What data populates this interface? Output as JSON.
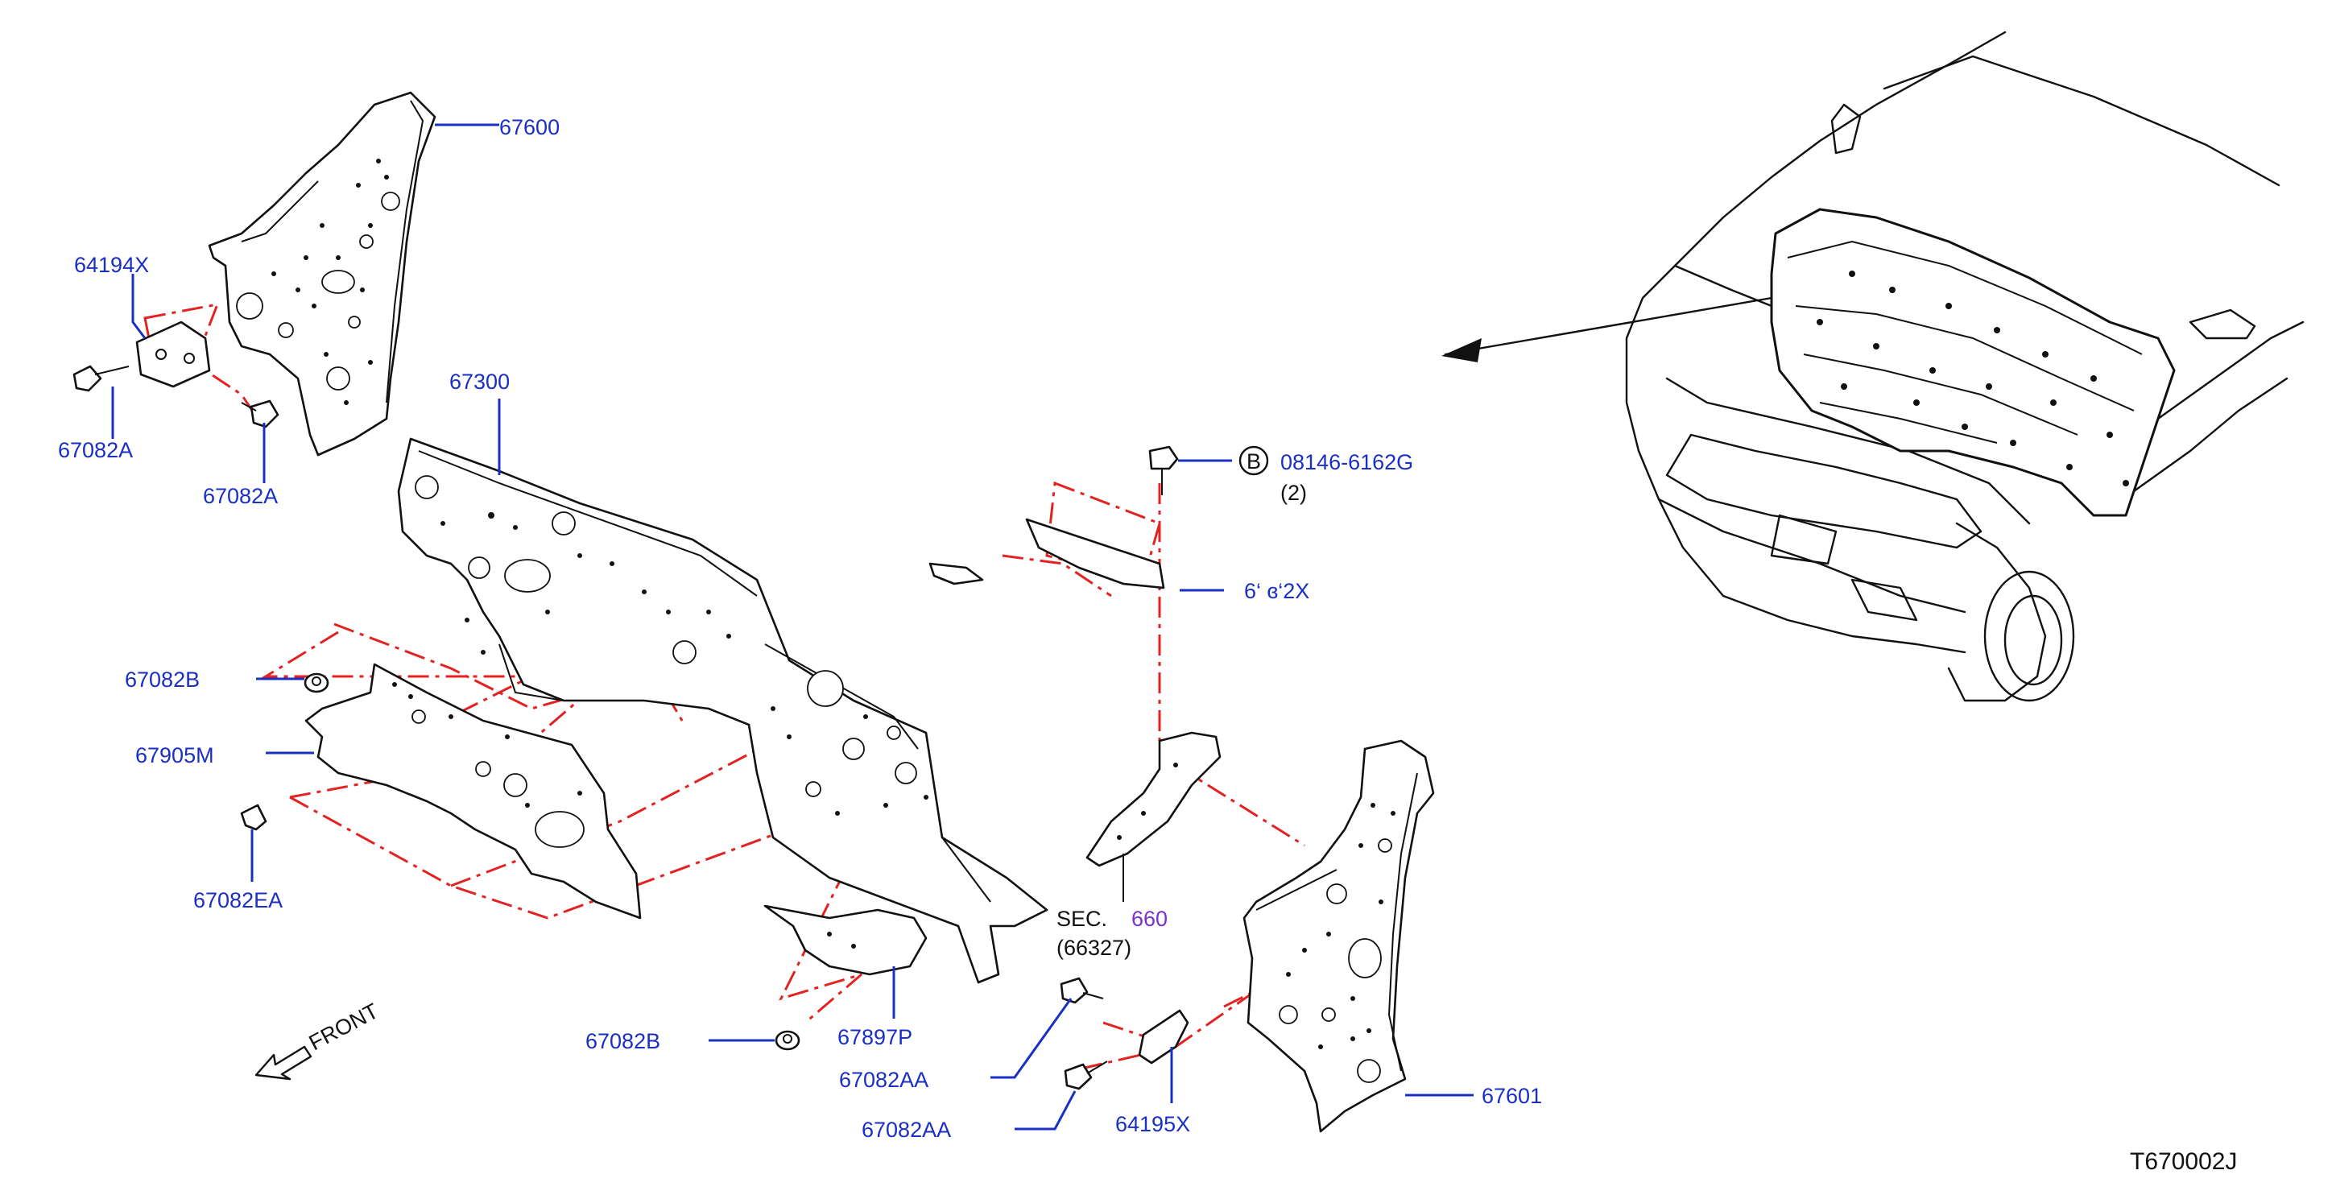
{
  "diagram_code": "T670002J",
  "front_label": "FRONT",
  "parts": {
    "p67600": "67600",
    "p64194X": "64194X",
    "p67082A_1": "67082A",
    "p67082A_2": "67082A",
    "p67300": "67300",
    "p67082B_1": "67082B",
    "p67905M": "67905M",
    "p67082EA": "67082EA",
    "p67082B_2": "67082B",
    "p67897P": "67897P",
    "p67082AA_1": "67082AA",
    "p67082AA_2": "67082AA",
    "p64195X": "64195X",
    "p67601": "67601",
    "p08146": "08146-6162G",
    "p08146_qty": "(2)",
    "bolt_marker": "B",
    "p67_2X": "6‘ ɞ‘2X",
    "sec_label": "SEC.",
    "sec_number": "660",
    "sec_sub": "(66327)"
  },
  "colors": {
    "callout": "#1a2fc4",
    "phantom_line": "#e32222",
    "outline": "#111111",
    "section_link": "#7b2fd0"
  }
}
